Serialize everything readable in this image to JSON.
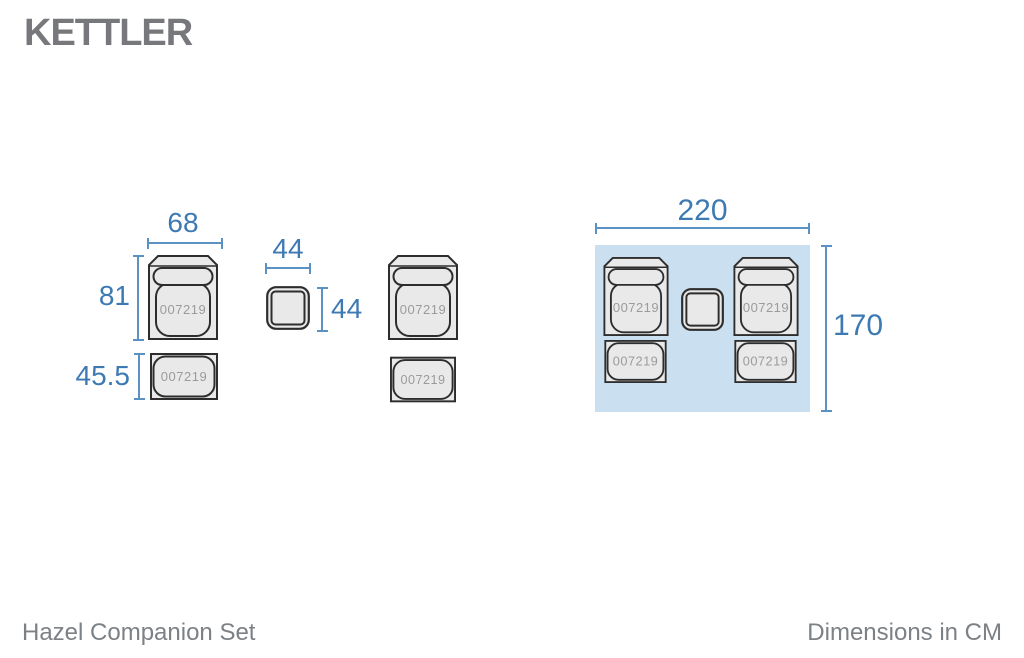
{
  "brand": "KETTLER",
  "item_code": "007219",
  "dims": {
    "chair_width": "68",
    "chair_depth": "81",
    "stool_depth": "45.5",
    "table_width": "44",
    "table_depth": "44",
    "set_width": "220",
    "set_depth": "170"
  },
  "footer": {
    "product_name": "Hazel Companion Set",
    "units_label": "Dimensions in CM"
  },
  "colors": {
    "dimension_text": "#3d79b3",
    "dimension_line": "#5b91c3",
    "plan_background": "#cadfef",
    "furniture_fill": "#e9e9e9",
    "furniture_outline": "#2d2d2d",
    "item_label_gray": "#9b9b9b",
    "brand_gray": "#77787b",
    "footer_gray": "#7c8186"
  }
}
